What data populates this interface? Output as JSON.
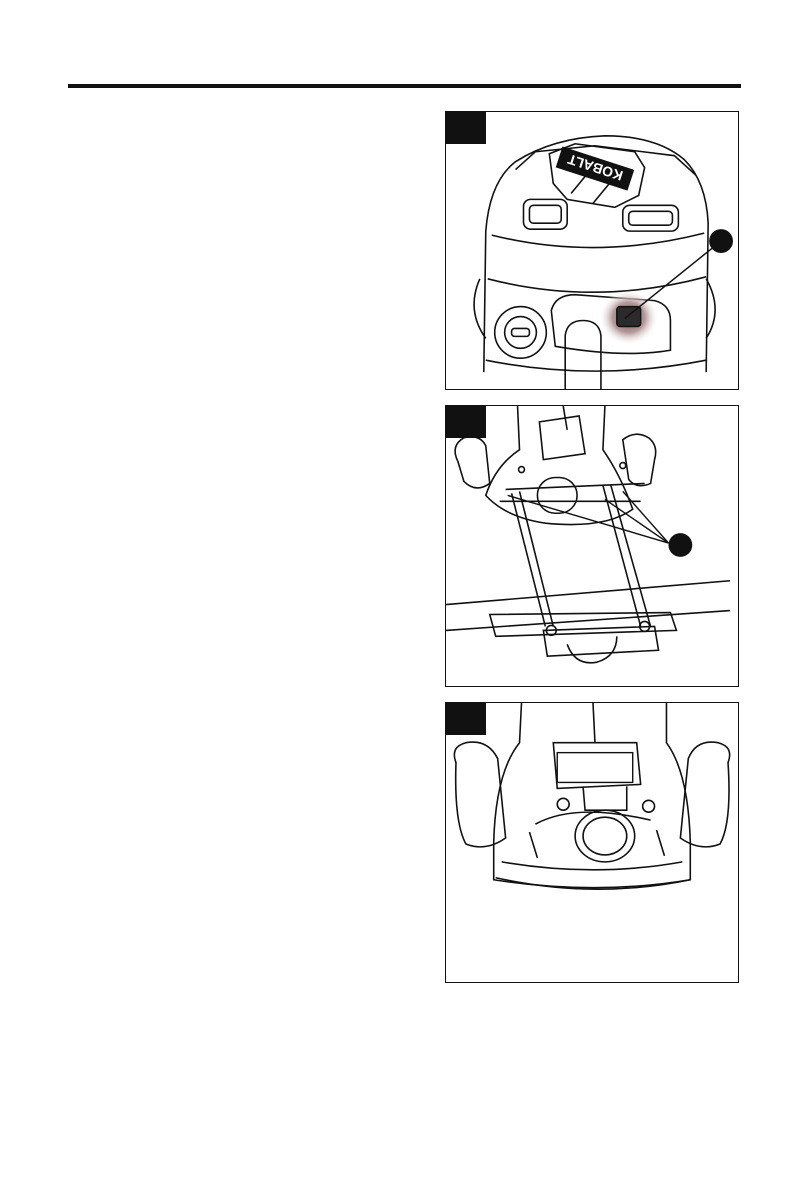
{
  "figures": [
    {
      "id": "fig-1",
      "brand": "KOBALT"
    },
    {
      "id": "fig-2"
    },
    {
      "id": "fig-3"
    }
  ]
}
